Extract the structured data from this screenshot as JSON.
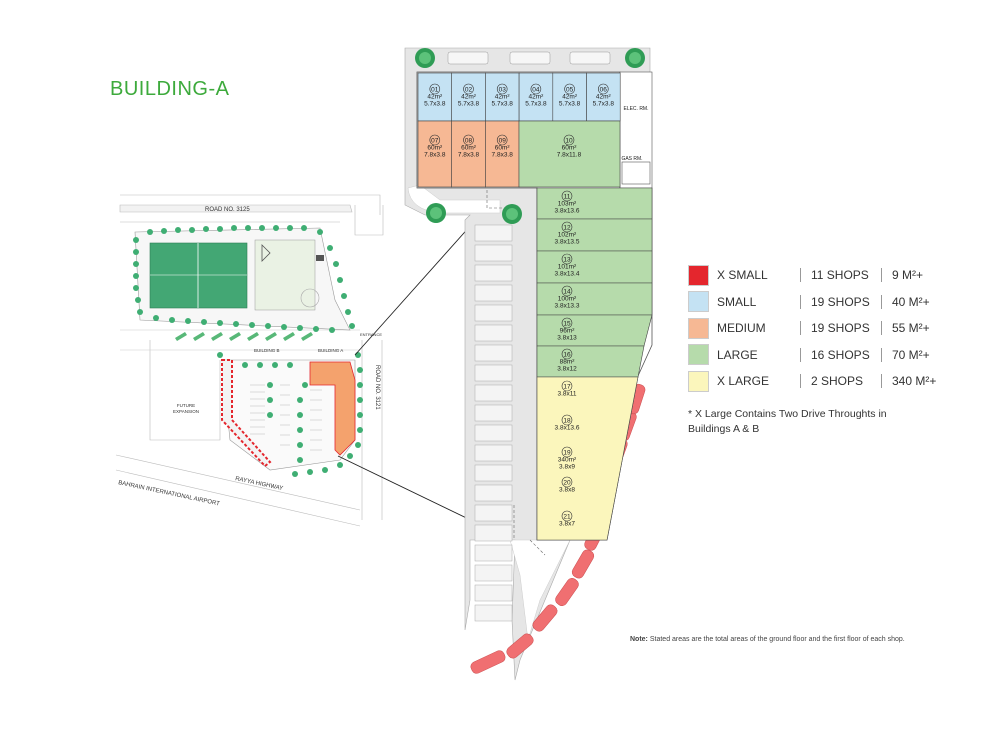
{
  "title": "BUILDING-A",
  "legend": [
    {
      "name": "X SMALL",
      "shops": "11 SHOPS",
      "area": "9 M²+",
      "color": "#e4262d"
    },
    {
      "name": "SMALL",
      "shops": "19 SHOPS",
      "area": "40 M²+",
      "color": "#c4e2f3"
    },
    {
      "name": "MEDIUM",
      "shops": "19 SHOPS",
      "area": "55 M²+",
      "color": "#f6b894"
    },
    {
      "name": "LARGE",
      "shops": "16 SHOPS",
      "area": "70 M²+",
      "color": "#b6dbab"
    },
    {
      "name": "X LARGE",
      "shops": "2 SHOPS",
      "area": "340 M²+",
      "color": "#fbf6bc"
    }
  ],
  "legend_note": "* X Large Contains Two Drive Throughts in Buildings A & B",
  "note_label": "Note:",
  "note_text": "Stated areas are the total areas of the ground floor and the first floor of each shop.",
  "site": {
    "road_top": "ROAD NO. 3125",
    "road_right": "ROAD NO. 3121",
    "highway": "RAYYA HIGHWAY",
    "airport": "BAHRAIN INTERNATIONAL AIRPORT",
    "future1": "FUTURE",
    "future2": "EXPANSION",
    "building_b": "BUILDING B",
    "building_a": "BUILDING A",
    "entrance": "ENTRANCE"
  },
  "rooms": {
    "elec": "ELEC. RM.",
    "gas": "GAS RM."
  },
  "shops_small": [
    {
      "num": "01",
      "area": "42m²",
      "dim": "5.7x3.8"
    },
    {
      "num": "02",
      "area": "42m²",
      "dim": "5.7x3.8"
    },
    {
      "num": "03",
      "area": "42m²",
      "dim": "5.7x3.8"
    },
    {
      "num": "04",
      "area": "42m²",
      "dim": "5.7x3.8"
    },
    {
      "num": "05",
      "area": "42m²",
      "dim": "5.7x3.8"
    },
    {
      "num": "06",
      "area": "42m²",
      "dim": "5.7x3.8"
    }
  ],
  "shops_medium": [
    {
      "num": "07",
      "area": "60m²",
      "dim": "7.8x3.8"
    },
    {
      "num": "08",
      "area": "60m²",
      "dim": "7.8x3.8"
    },
    {
      "num": "09",
      "area": "60m²",
      "dim": "7.8x3.8"
    }
  ],
  "shop_10": {
    "num": "10",
    "area": "60m²",
    "dim": "7.8x11.8"
  },
  "shops_large": [
    {
      "num": "11",
      "area": "103m²",
      "dim": "3.8x13.6"
    },
    {
      "num": "12",
      "area": "102m²",
      "dim": "3.8x13.5"
    },
    {
      "num": "13",
      "area": "101m²",
      "dim": "3.8x13.4"
    },
    {
      "num": "14",
      "area": "100m²",
      "dim": "3.8x13.3"
    },
    {
      "num": "15",
      "area": "96m²",
      "dim": "3.8x13"
    },
    {
      "num": "16",
      "area": "88m²",
      "dim": "3.8x12"
    }
  ],
  "shops_xl": [
    {
      "num": "17",
      "area": "",
      "dim": "3.8x11"
    },
    {
      "num": "18",
      "area": "",
      "dim": "3.8x13.6"
    },
    {
      "num": "19",
      "area": "340m²",
      "dim": "3.8x9"
    },
    {
      "num": "20",
      "area": "",
      "dim": "3.8x8"
    },
    {
      "num": "21",
      "area": "",
      "dim": "3.8x7"
    }
  ]
}
